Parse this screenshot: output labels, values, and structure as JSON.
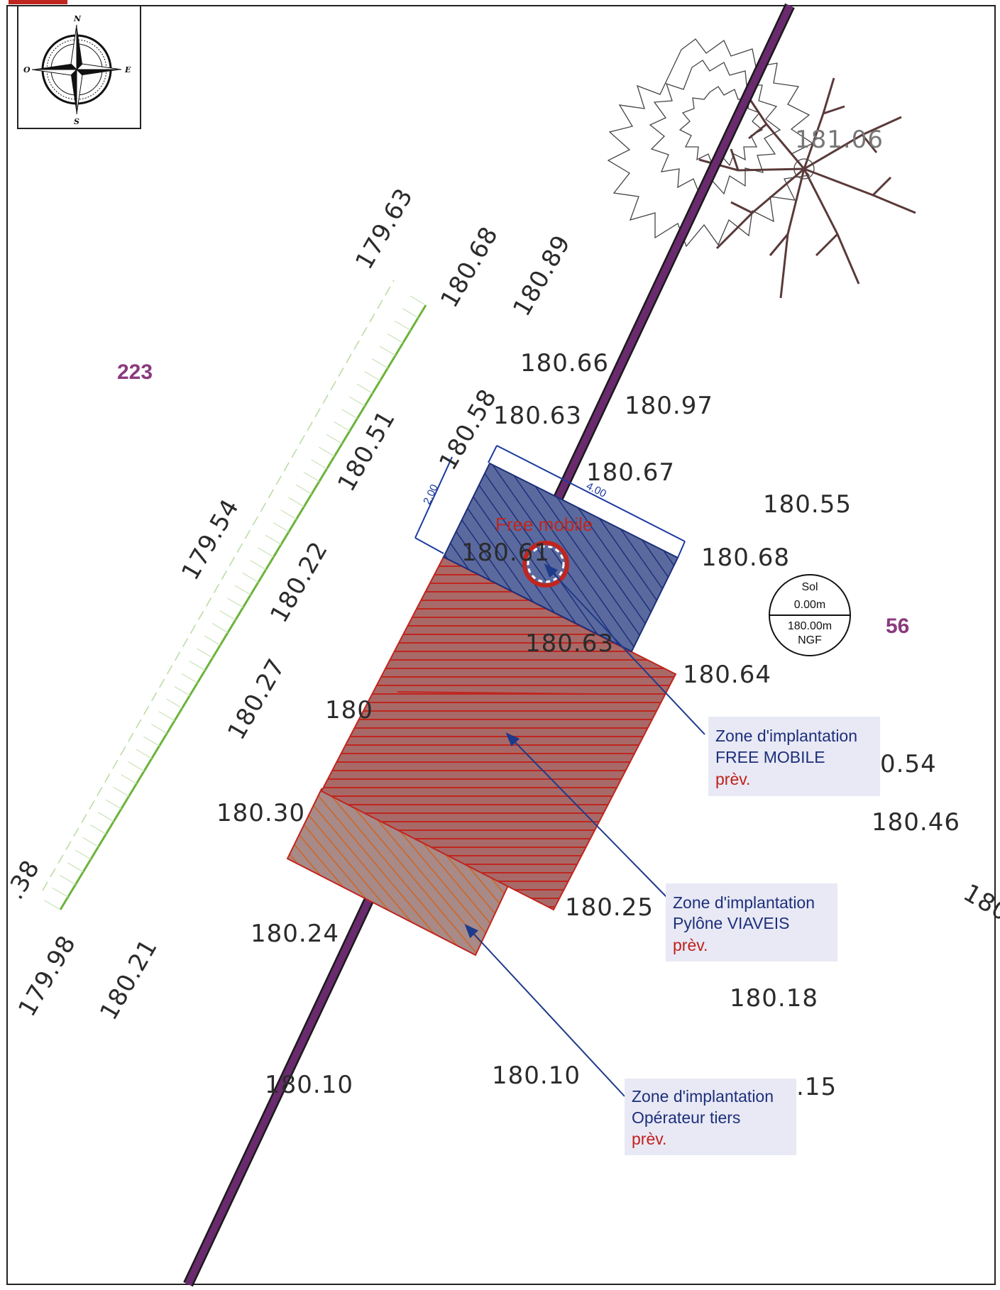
{
  "compass": {
    "north": "N",
    "south": "S",
    "east": "E",
    "west": "O"
  },
  "parcels": [
    "223",
    "56"
  ],
  "elevations": {
    "e1": "179.63",
    "e2": "180.68",
    "e3": "180.89",
    "e4": "181.06",
    "e5": "180.66",
    "e6": "180.58",
    "e7": "180.63",
    "e8": "180.97",
    "e9": "180.51",
    "e10": "180.67",
    "e11": "179.54",
    "e12": "180.55",
    "e13": "180.22",
    "e14": "180.61",
    "e15": "180.68",
    "e16": "180.63",
    "e17": "180.64",
    "e18": "180.27",
    "e19": "180",
    "e20": "0.54",
    "e21": "180.30",
    "e22": "180.46",
    "e23": ".38",
    "e24": "180.25",
    "e25": "180",
    "e26": "180.24",
    "e27": "179.98",
    "e28": "180.21",
    "e29": "180.18",
    "e30": "180.10",
    "e31": "180.10",
    "e32": ".15"
  },
  "dimensions": {
    "width": "4.00",
    "depth": "2.00"
  },
  "free_mobile_label": "Free mobile",
  "ngf_symbol": {
    "top1": "Sol",
    "top2": "0.00m",
    "bottom1": "180.00m",
    "bottom2": "NGF"
  },
  "callouts": [
    {
      "title": "Zone d'implantation",
      "subtitle": "FREE MOBILE",
      "note": "prèv."
    },
    {
      "title": "Zone d'implantation",
      "subtitle": "Pylône VIAVEIS",
      "note": "prèv."
    },
    {
      "title": "Zone d'implantation",
      "subtitle": "Opérateur tiers",
      "note": "prèv."
    }
  ],
  "colors": {
    "road": "#6a2a6e",
    "free_mobile_zone": "#5b6a9e",
    "pylone_zone": "#a86a68",
    "operateur_zone": "#b48a80",
    "hatch_red": "#c0261f",
    "hatch_blue": "#1e2f7a",
    "green_line": "#6bb33a",
    "parcel_number": "#8b3a7e",
    "leader": "#1e3a8a"
  }
}
